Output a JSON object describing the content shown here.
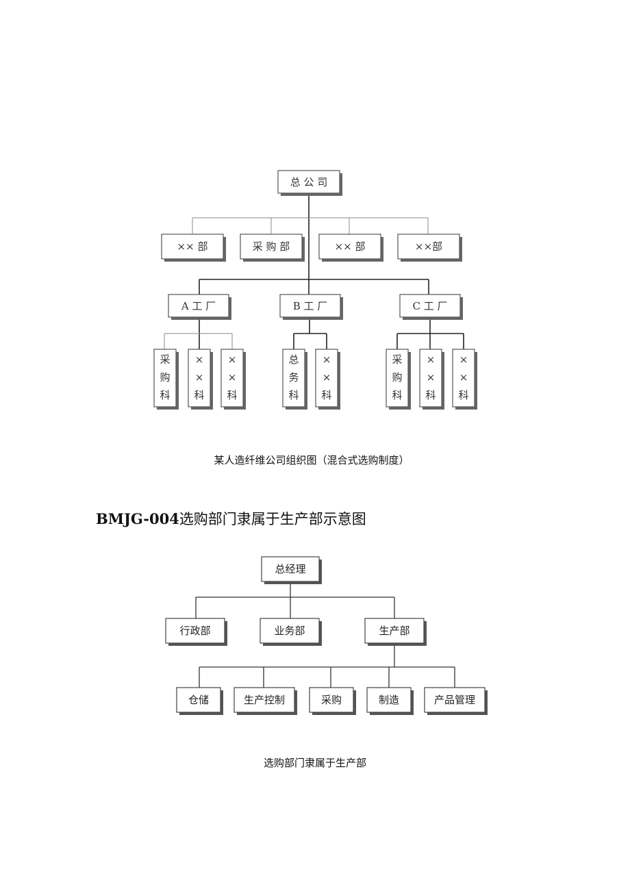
{
  "diagram1": {
    "root": "总 公 司",
    "departments": [
      "×× 部",
      "采 购 部",
      "×× 部",
      "××部"
    ],
    "factories": [
      {
        "label": "A 工 厂",
        "sections": [
          "采购科",
          "××科",
          "××科"
        ]
      },
      {
        "label": "B 工 厂",
        "sections": [
          "总务科",
          "××科"
        ]
      },
      {
        "label": "C 工 厂",
        "sections": [
          "采购科",
          "××科",
          "××科"
        ]
      }
    ],
    "caption": "某人造纤维公司组织图（混合式选购制度）"
  },
  "heading": {
    "code": "BMJG-004",
    "title": "选购部门隶属于生产部示意图"
  },
  "diagram2": {
    "root": "总经理",
    "departments": [
      "行政部",
      "业务部",
      "生产部"
    ],
    "sub_units": [
      "仓储",
      "生产控制",
      "采购",
      "制造",
      "产品管理"
    ],
    "caption": "选购部门隶属于生产部"
  }
}
